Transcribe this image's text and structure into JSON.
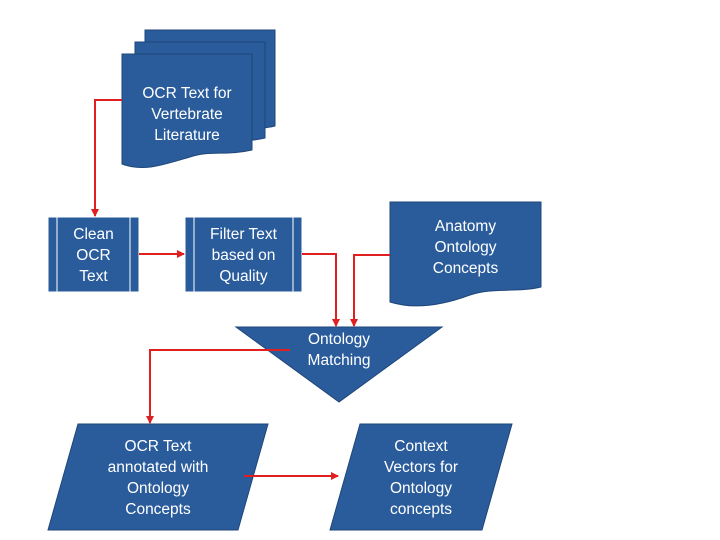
{
  "colors": {
    "shape_fill": "#2a5c9c",
    "shape_stroke": "#1e4678",
    "connector": "#e02020",
    "label_text": "#ffffff"
  },
  "nodes": {
    "ocr_text_source": {
      "shape": "multi-document",
      "lines": [
        "OCR Text for",
        "Vertebrate",
        "Literature"
      ]
    },
    "clean_ocr": {
      "shape": "predefined-process",
      "lines": [
        "Clean",
        "OCR",
        "Text"
      ]
    },
    "filter_text": {
      "shape": "predefined-process",
      "lines": [
        "Filter Text",
        "based on",
        "Quality"
      ]
    },
    "anatomy_ontology": {
      "shape": "document",
      "lines": [
        "Anatomy",
        "Ontology",
        "Concepts"
      ]
    },
    "ontology_matching": {
      "shape": "merge",
      "lines": [
        "Ontology",
        "Matching"
      ]
    },
    "ocr_annotated": {
      "shape": "data",
      "lines": [
        "OCR Text",
        "annotated with",
        "Ontology",
        "Concepts"
      ]
    },
    "context_vectors": {
      "shape": "data",
      "lines": [
        "Context",
        "Vectors for",
        "Ontology",
        "concepts"
      ]
    }
  },
  "edges": [
    {
      "from": "ocr_text_source",
      "to": "clean_ocr"
    },
    {
      "from": "clean_ocr",
      "to": "filter_text"
    },
    {
      "from": "filter_text",
      "to": "ontology_matching"
    },
    {
      "from": "anatomy_ontology",
      "to": "ontology_matching"
    },
    {
      "from": "ontology_matching",
      "to": "ocr_annotated"
    },
    {
      "from": "ocr_annotated",
      "to": "context_vectors"
    }
  ]
}
